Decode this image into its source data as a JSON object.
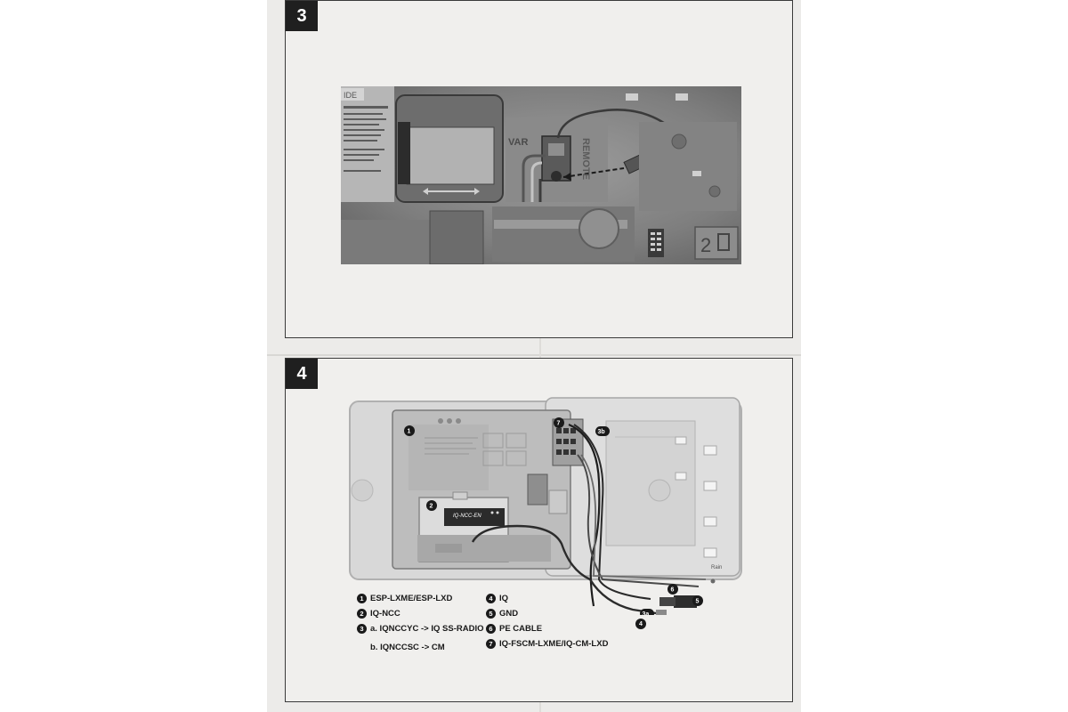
{
  "step3": {
    "number": "3"
  },
  "step4": {
    "number": "4"
  },
  "photo3_text": {
    "var": "VAR",
    "remote": "REMOTE",
    "panel_num": "2",
    "label": "IDE"
  },
  "callouts": {
    "c1": "1",
    "c2": "2",
    "c3a": "3a",
    "c3b": "3b",
    "c4": "4",
    "c5": "5",
    "c6": "6",
    "c7": "7",
    "module": "IQ-NCC-EN"
  },
  "legend_left": [
    {
      "num": "1",
      "text": "ESP-LXME/ESP-LXD"
    },
    {
      "num": "2",
      "text": "IQ-NCC"
    },
    {
      "num": "3",
      "text": "a. IQNCCYC -> IQ SS-RADIO"
    },
    {
      "num": "",
      "text": "b. IQNCCSC -> CM"
    }
  ],
  "legend_right": [
    {
      "num": "4",
      "text": "IQ"
    },
    {
      "num": "5",
      "text": "GND"
    },
    {
      "num": "6",
      "text": "PE CABLE"
    },
    {
      "num": "7",
      "text": "IQ-FSCM-LXME/IQ-CM-LXD"
    }
  ]
}
